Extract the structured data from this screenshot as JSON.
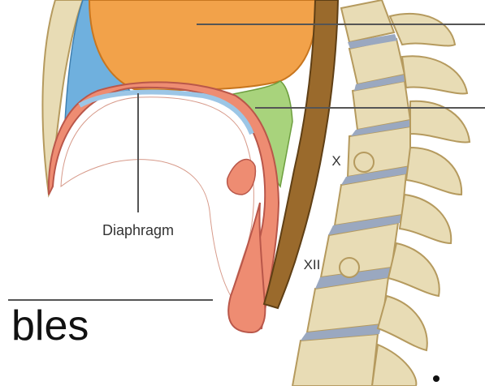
{
  "labels": {
    "diaphragm": "Diaphragm",
    "vertebra_x": "X",
    "vertebra_xii": "XII"
  },
  "slide_text": {
    "partial_word": "bles"
  },
  "colors": {
    "bone": "#e8dcb5",
    "bone_outline": "#b59a5e",
    "disc": "#9aa8c0",
    "organ_orange": "#f2a24a",
    "muscle_red": "#ee8c72",
    "pleura_blue": "#6fb0de",
    "pleura_green": "#a8d37c",
    "aorta": "#9a6a2c",
    "leader_line": "#555555"
  }
}
